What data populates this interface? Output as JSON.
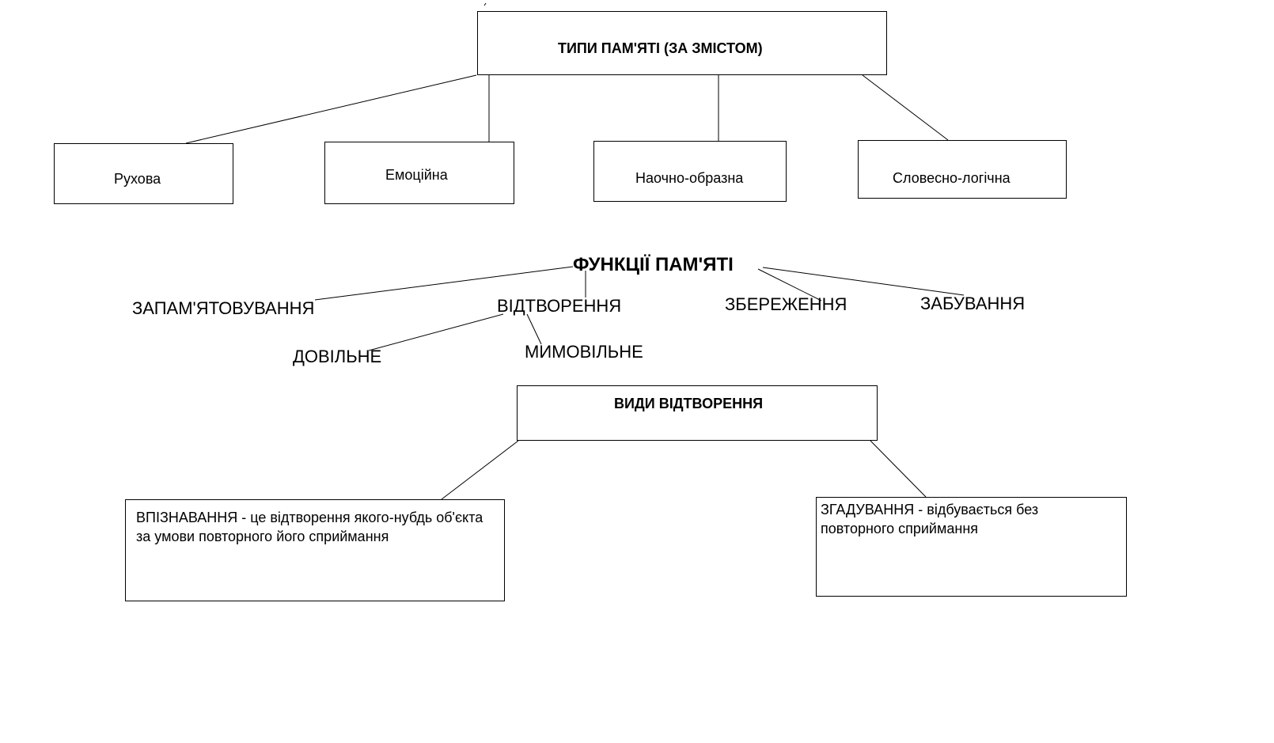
{
  "memory_types": {
    "title": "ТИПИ ПАМ'ЯТІ (ЗА ЗМІСТОМ)",
    "items": [
      {
        "label": "Рухова"
      },
      {
        "label": "Емоційна"
      },
      {
        "label": "Наочно-образна"
      },
      {
        "label": "Словесно-логічна"
      }
    ]
  },
  "memory_functions": {
    "title": "ФУНКЦІЇ ПАМ'ЯТІ",
    "items": [
      {
        "label": "ЗАПАМ'ЯТОВУВАННЯ"
      },
      {
        "label": "ВІДТВОРЕННЯ"
      },
      {
        "label": "ЗБЕРЕЖЕННЯ"
      },
      {
        "label": "ЗАБУВАННЯ"
      }
    ],
    "reproduction_kinds": [
      {
        "label": "ДОВІЛЬНЕ"
      },
      {
        "label": "МИМОВІЛЬНЕ"
      }
    ]
  },
  "reproduction_types": {
    "title": "ВИДИ ВІДТВОРЕННЯ",
    "items": [
      {
        "text": "ВПІЗНАВАННЯ - це відтворення якого-нубдь об'єкта за умови повторного його сприймання"
      },
      {
        "text": "ЗГАДУВАННЯ - відбувається без повторного сприймання"
      }
    ]
  },
  "colors": {
    "line": "#000000",
    "background": "#ffffff"
  }
}
